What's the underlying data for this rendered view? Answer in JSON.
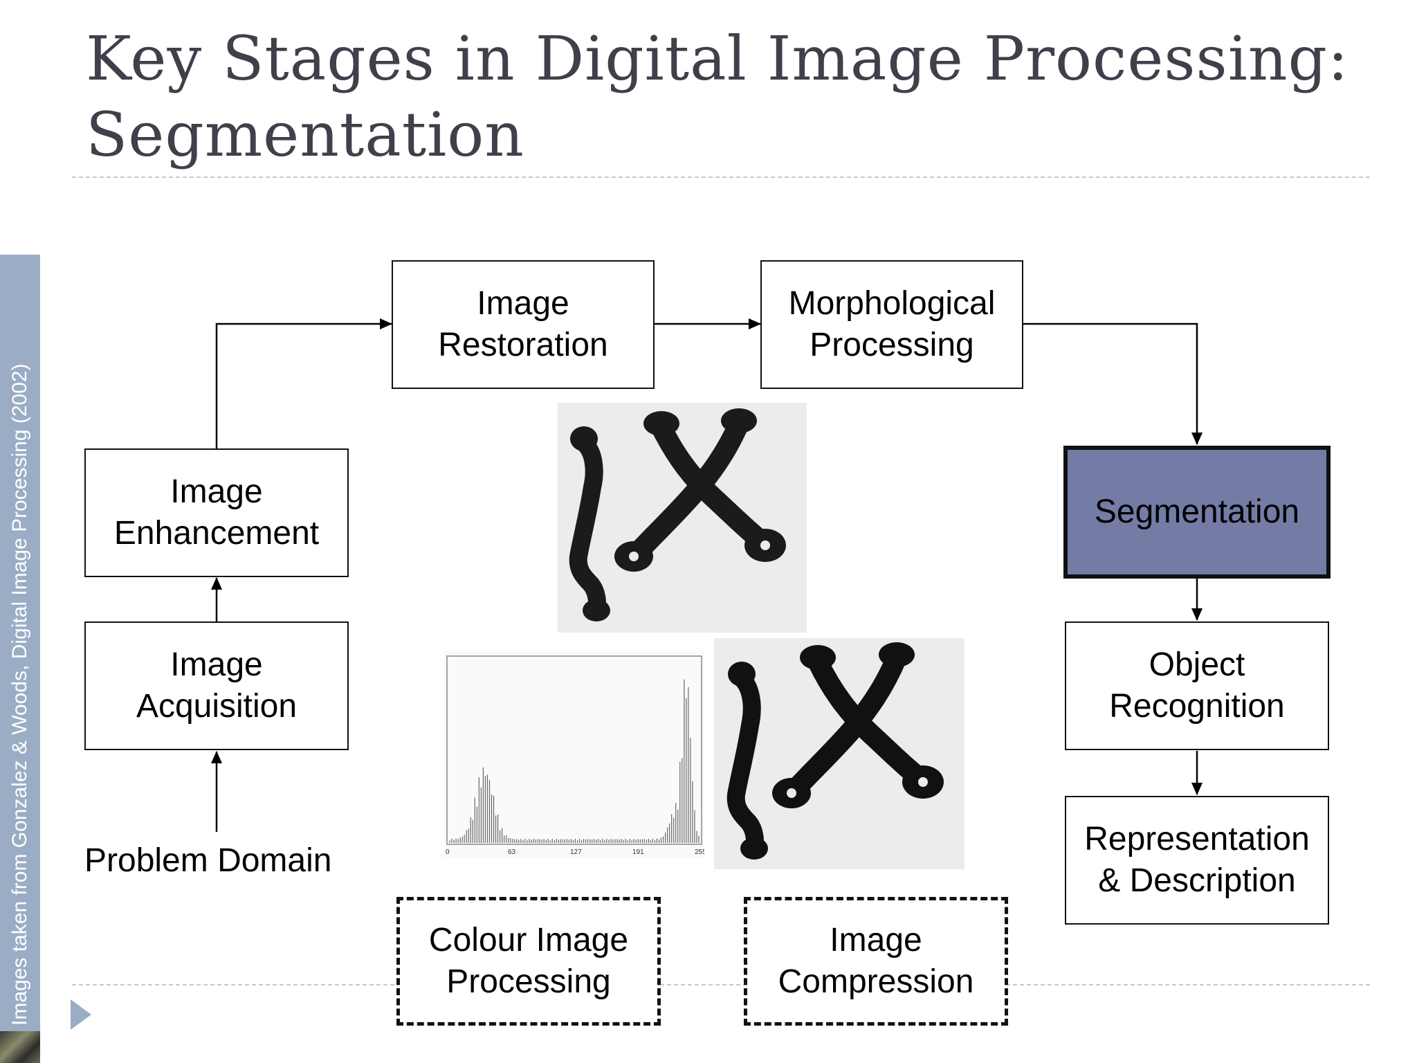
{
  "title": "Key Stages in Digital Image Processing:\nSegmentation",
  "sidebar": {
    "caption": "Images taken from Gonzalez & Woods, Digital Image Processing (2002)"
  },
  "stages": {
    "image_restoration": "Image\nRestoration",
    "morphological_processing": "Morphological\nProcessing",
    "image_enhancement": "Image\nEnhancement",
    "segmentation": "Segmentation",
    "image_acquisition": "Image\nAcquisition",
    "object_recognition": "Object\nRecognition",
    "representation_description": "Representation\n& Description",
    "problem_domain": "Problem Domain",
    "colour_image_processing": "Colour Image\nProcessing",
    "image_compression": "Image\nCompression"
  },
  "histogram": {
    "tick_labels": [
      "0",
      "63",
      "127",
      "191",
      "255"
    ]
  },
  "colors": {
    "segmentation_highlight": "#747ca6",
    "sidebar": "#9aadc5",
    "title": "#3f404a"
  }
}
